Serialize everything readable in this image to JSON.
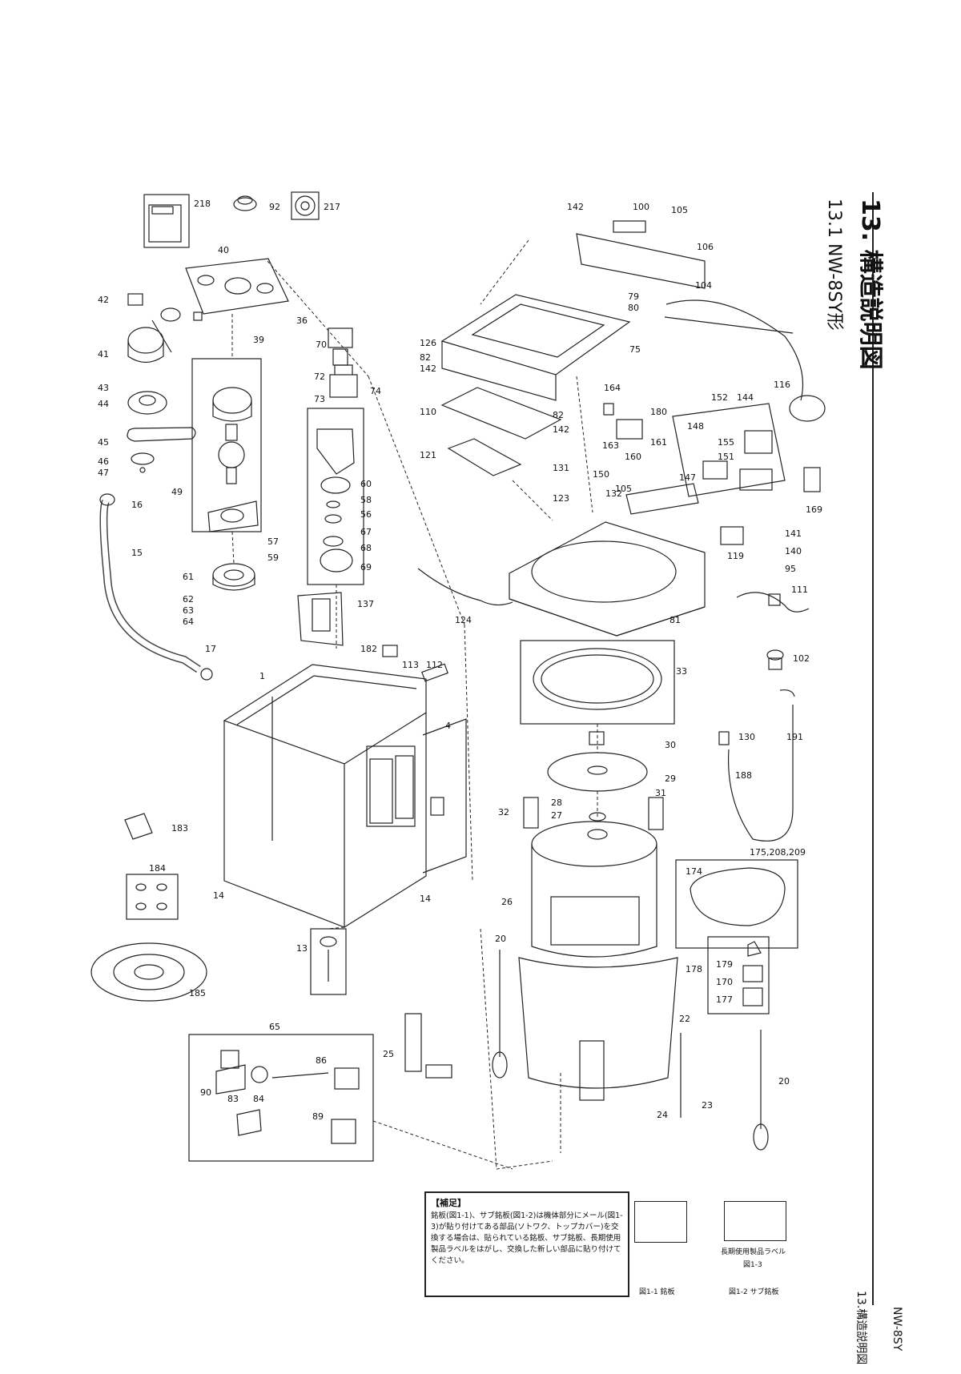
{
  "page": {
    "chapter_title": "13. 構造説明図",
    "section_title": "13.1 NW-8SY形",
    "footer_chapter": "13.構造説明図",
    "footer_model": "NW-8SY"
  },
  "note": {
    "title": "【補足】",
    "body": "銘板(図1-1)、サブ銘板(図1-2)は機体部分にメール(図1-3)が貼り付けてある部品(ソトワク、トップカバー)を交換する場合は、貼られている銘板、サブ銘板、長期使用製品ラベルをはがし、交換した新しい部品に貼り付けてください。"
  },
  "labels_fig": {
    "fig1": "図1-1 銘板",
    "fig2": "図1-2 サブ銘板",
    "fig3": "長期使用製品ラベル",
    "fig3_num": "図1-3"
  },
  "part_numbers": {
    "p218": "218",
    "p92": "92",
    "p217": "217",
    "p40": "40",
    "p42": "42",
    "p36": "36",
    "p39": "39",
    "p41": "41",
    "p43": "43",
    "p44": "44",
    "p45": "45",
    "p46": "46",
    "p47": "47",
    "p49": "49",
    "p70": "70",
    "p72": "72",
    "p73": "73",
    "p74": "74",
    "p16": "16",
    "p15": "15",
    "p60": "60",
    "p58": "58",
    "p56": "56",
    "p57": "57",
    "p59": "59",
    "p67": "67",
    "p68": "68",
    "p69": "69",
    "p61": "61",
    "p62": "62",
    "p63": "63",
    "p64": "64",
    "p137": "137",
    "p17": "17",
    "p1": "1",
    "p182": "182",
    "p113": "113",
    "p112": "112",
    "p4": "4",
    "p183": "183",
    "p184": "184",
    "p14a": "14",
    "p14b": "14",
    "p13": "13",
    "p185": "185",
    "p142a": "142",
    "p100": "100",
    "p105": "105",
    "p106": "106",
    "p104": "104",
    "p79": "79",
    "p80": "80",
    "p126": "126",
    "p82a": "82",
    "p142b": "142",
    "p75": "75",
    "p116": "116",
    "p164": "164",
    "p180": "180",
    "p152": "152",
    "p144": "144",
    "p110": "110",
    "p82b": "82",
    "p142c": "142",
    "p148": "148",
    "p155": "155",
    "p163": "163",
    "p160": "160",
    "p161": "161",
    "p151": "151",
    "p147": "147",
    "p121": "121",
    "p131": "131",
    "p150": "150",
    "p169": "169",
    "p132": "132",
    "p123": "123",
    "p105b": "105",
    "p141": "141",
    "p140": "140",
    "p119": "119",
    "p95": "95",
    "p124": "124",
    "p81": "81",
    "p111": "111",
    "p102": "102",
    "p33": "33",
    "p30": "30",
    "p130": "130",
    "p191": "191",
    "p188": "188",
    "p29": "29",
    "p28": "28",
    "p27": "27",
    "p32": "32",
    "p31": "31",
    "p175": "175,208,209",
    "p174": "174",
    "p26": "26",
    "p20a": "20",
    "p179": "179",
    "p178": "178",
    "p170": "170",
    "p177": "177",
    "p22": "22",
    "p25": "25",
    "p20b": "20",
    "p23": "23",
    "p24": "24",
    "p65": "65",
    "p86": "86",
    "p90": "90",
    "p83": "83",
    "p84": "84",
    "p89": "89"
  }
}
